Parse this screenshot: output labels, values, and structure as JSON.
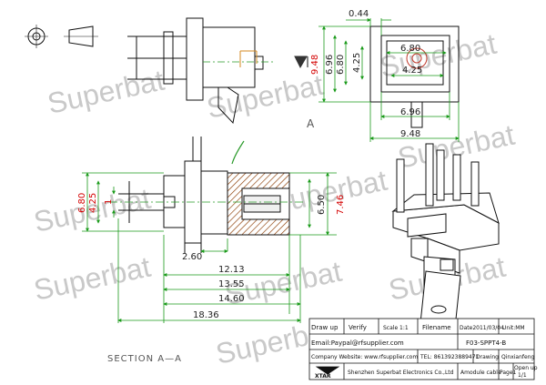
{
  "watermark": "Superbat",
  "dims_top": {
    "d044": "0.44",
    "d948": "9.48",
    "d696": "6.96",
    "d680": "6.80",
    "d425v": "4.25",
    "d680h": "6.80",
    "d425h": "4.25",
    "d696b": "6.96",
    "d948b": "9.48"
  },
  "label_a": "A",
  "dims_section": {
    "d680": "6.80",
    "d425": "4.25",
    "d1": "1",
    "d650": "6.50",
    "d746": "7.46",
    "d260": "2.60",
    "d1213": "12.13",
    "d1355": "13.55",
    "d1460": "14.60",
    "d1836": "18.36"
  },
  "section_label": "SECTION  A—A",
  "title_block": {
    "draw_up": "Draw up",
    "verify": "Verify",
    "scale": "Scale 1:1",
    "filename_label": "Filename",
    "date": "Date2011/03/04",
    "unit": "Unit:MM",
    "email": "Email:Paypal@rfsupplier.com",
    "part_no": "F03-SPPT4-B",
    "website": "Company Website: www.rfsupplier.com",
    "tel": "TEL: 8613923889471",
    "drawing_label": "Drawing",
    "drawer": "Qinxianfeng",
    "logo": "XTAR",
    "company": "Shenzhen Superbat Electronics Co.,Ltd",
    "cable": "Amodule cable",
    "page_label": "Page1",
    "open": "Open up",
    "page_no": "1/1"
  }
}
